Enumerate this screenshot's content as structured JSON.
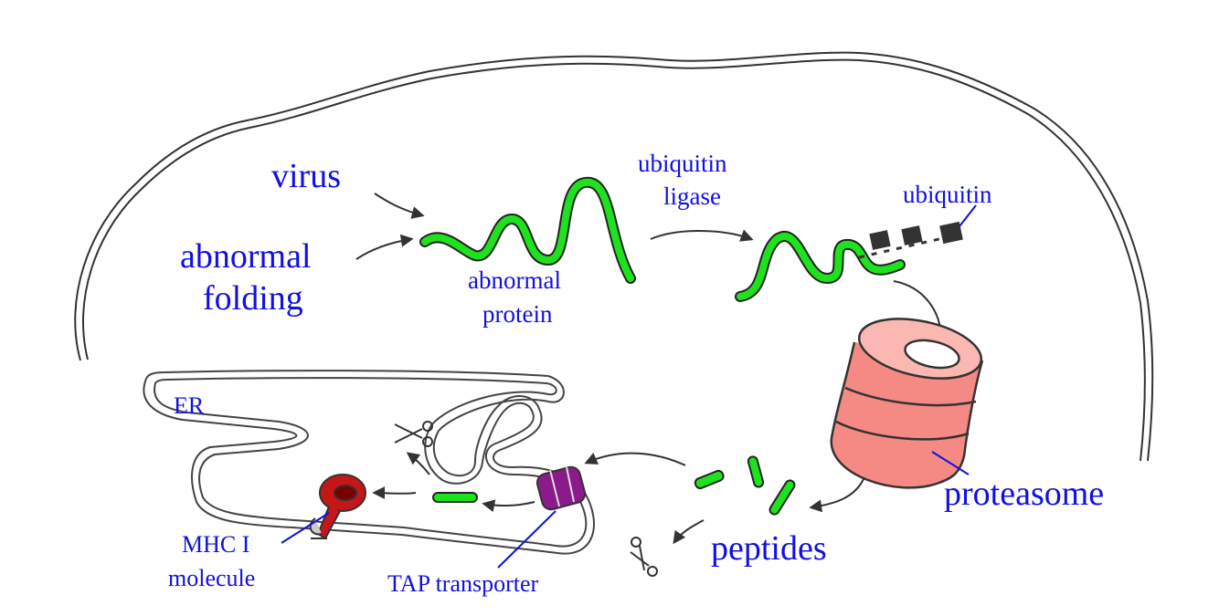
{
  "labels": {
    "virus": "virus",
    "abnormal_folding_1": "abnormal",
    "abnormal_folding_2": "folding",
    "abnormal_protein_1": "abnormal",
    "abnormal_protein_2": "protein",
    "ubiquitin_ligase_1": "ubiquitin",
    "ubiquitin_ligase_2": "ligase",
    "ubiquitin": "ubiquitin",
    "er": "ER",
    "proteasome": "proteasome",
    "peptides": "peptides",
    "mhc_1": "MHC I",
    "mhc_2": "molecule",
    "tap": "TAP transporter"
  },
  "colors": {
    "text": "#1010e0",
    "protein": "#1ee21e",
    "proteasome": "#f58a84",
    "ubiquitin": "#333333",
    "tap": "#8b1a8b",
    "mhc": "#c51717",
    "outline": "#222222"
  }
}
